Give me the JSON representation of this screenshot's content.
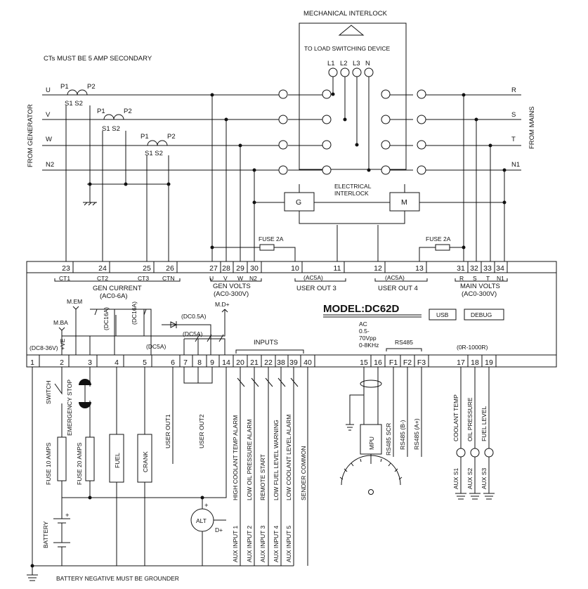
{
  "title": "MODEL:DC62D",
  "top": {
    "mech_interlock": "MECHANICAL INTERLOCK",
    "load_switch": "TO LOAD SWITCHING DEVICE",
    "ct_note": "CTs MUST BE 5 AMP SECONDARY",
    "from_generator": "FROM GENERATOR",
    "from_mains": "FROM MAINS",
    "gen_phases": [
      "U",
      "V",
      "W",
      "N2"
    ],
    "mains_phases": [
      "R",
      "S",
      "T",
      "N1"
    ],
    "load_phases": [
      "L1",
      "L2",
      "L3",
      "N"
    ],
    "ct_p1": "P1",
    "ct_p2": "P2",
    "ct_s": "S1 S2",
    "elec_interlock_1": "ELECTRICAL",
    "elec_interlock_2": "INTERLOCK",
    "contactor_g": "G",
    "contactor_m": "M",
    "fuse_2a": "FUSE 2A"
  },
  "upper_terminals": [
    "23",
    "24",
    "25",
    "26",
    "27",
    "28",
    "29",
    "30",
    "10",
    "11",
    "12",
    "13",
    "31",
    "32",
    "33",
    "34"
  ],
  "upper_groups": {
    "ct_labels": [
      "CT1",
      "CT2",
      "CT3",
      "CTN"
    ],
    "gen_current": "GEN CURRENT",
    "gen_current_range": "(AC0-6A)",
    "gen_volts_letters": [
      "U",
      "V",
      "W",
      "N2"
    ],
    "gen_volts": "GEN VOLTS",
    "gen_volts_range": "(AC0-300V)",
    "ac5a": "(AC5A)",
    "user_out3": "USER OUT 3",
    "user_out4": "USER OUT 4",
    "main_volts_letters": [
      "R",
      "S",
      "T",
      "N1"
    ],
    "main_volts": "MAIN VOLTS",
    "main_volts_range": "(AC0-300V)"
  },
  "middle": {
    "mem": "M.EM",
    "mba": "M.BA",
    "md": "M.D+",
    "dc8_36": "(DC8-36V)",
    "plus_ve": "+VE",
    "dc16a": "(DC16A)",
    "dc05a": "(DC0.5A)",
    "dc5a": "(DC5A)",
    "inputs": "INPUTS",
    "ac_lines": [
      "AC",
      "0.5-",
      "70Vpp",
      "0-8KHz"
    ],
    "rs485": "RS485",
    "sensor_range": "(0R-1000R)",
    "usb": "USB",
    "debug": "DEBUG"
  },
  "lower_terminals": [
    "1",
    "2",
    "3",
    "4",
    "5",
    "6",
    "7",
    "8",
    "9",
    "14",
    "20",
    "21",
    "22",
    "38",
    "39",
    "40",
    "15",
    "16",
    "F1",
    "F2",
    "F3",
    "17",
    "18",
    "19"
  ],
  "bottom": {
    "switch": "SWITCH",
    "emergency_stop": "EMERGENCY STOP",
    "fuse10": "FUSE 10 AMPS",
    "fuse20": "FUSE 20 AMPS",
    "fuel": "FUEL",
    "crank": "CRANK",
    "user_out1": "USER OUT1",
    "user_out2": "USER OUT2",
    "alarms": [
      "HIGH COOLANT TEMP ALARM",
      "LOW OIL PRESSURE ALARM",
      "REMOTE START",
      "LOW FUEL LEVEL WARNING",
      "LOW COOLANT LEVEL ALARM",
      "SENDER COMMON"
    ],
    "aux_inputs": [
      "AUX INPUT 1",
      "AUX INPUT 2",
      "AUX INPUT 3",
      "AUX INPUT 4",
      "AUX INPUT 5"
    ],
    "mpu": "MPU",
    "rs485_labels": [
      "RS485 SCR",
      "RS485 (B-)",
      "RS485 (A+)"
    ],
    "sensors": [
      "COOLANT TEMP",
      "OIL PRESSURE",
      "FUEL LEVEL"
    ],
    "aux_s": [
      "AUX S1",
      "AUX S2",
      "AUX S3"
    ],
    "alt": "ALT",
    "dplus": "D+",
    "battery": "BATTERY",
    "battery_note": "BATTERY NEGATIVE MUST BE GROUNDER"
  }
}
